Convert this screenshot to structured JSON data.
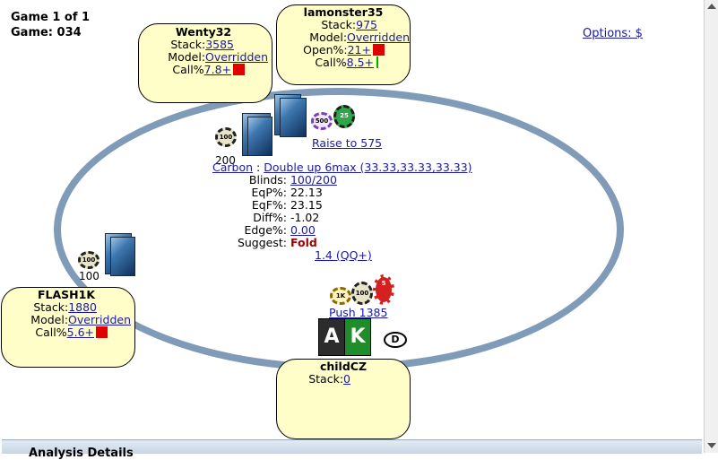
{
  "header": {
    "game_of": "Game 1 of 1",
    "game_no": "Game: 034"
  },
  "options_label": "Options: $",
  "seats": {
    "wenty": {
      "name": "Wenty32",
      "stack_label": "Stack:",
      "stack": "3585",
      "model_label": "Model:",
      "model": "Overridden",
      "call_label": "Call%",
      "call": "7.8+"
    },
    "lamonster": {
      "name": "lamonster35",
      "stack_label": "Stack:",
      "stack": "975",
      "model_label": "Model:",
      "model": "Overridden",
      "open_label": "Open%:",
      "open": "21+",
      "call_label": "Call%",
      "call": "8.5+"
    },
    "flash": {
      "name": "FLASH1K",
      "stack_label": "Stack:",
      "stack": "1880",
      "model_label": "Model:",
      "model": "Overridden",
      "call_label": "Call%",
      "call": "5.6+"
    },
    "child": {
      "name": "childCZ",
      "stack_label": "Stack:",
      "stack": "0"
    }
  },
  "bets": {
    "top_left": "200",
    "top_action": "Raise to 575",
    "left": "100",
    "hero_action": "Push 1385"
  },
  "chips": {
    "c100": "100",
    "c500": "500",
    "c25": "25",
    "c1k": "1K",
    "c5": "5"
  },
  "center": {
    "link1": "Carbon",
    "sep": ":",
    "link2": "Double up 6max (33.33,33.33,33.33)",
    "blinds_label": "Blinds:",
    "blinds": "100/200",
    "eqp_label": "EqP%:",
    "eqp": "22.13",
    "eqf_label": "EqF%:",
    "eqf": "23.15",
    "diff_label": "Diff%:",
    "diff": "-1.02",
    "edge_label": "Edge%:",
    "edge": "0.00",
    "suggest_label": "Suggest:",
    "suggest": "Fold",
    "extra": "1.4 (QQ+)"
  },
  "hero_cards": {
    "card1": "A",
    "card2": "K"
  },
  "dealer": "D",
  "bottom": {
    "label": "Analysis Details"
  },
  "colors": {
    "seat_bg": "#fffec8",
    "ring": "#7f9bb8",
    "link": "#1a1aa6",
    "flag": "#e00000",
    "suggest": "#a00000"
  }
}
